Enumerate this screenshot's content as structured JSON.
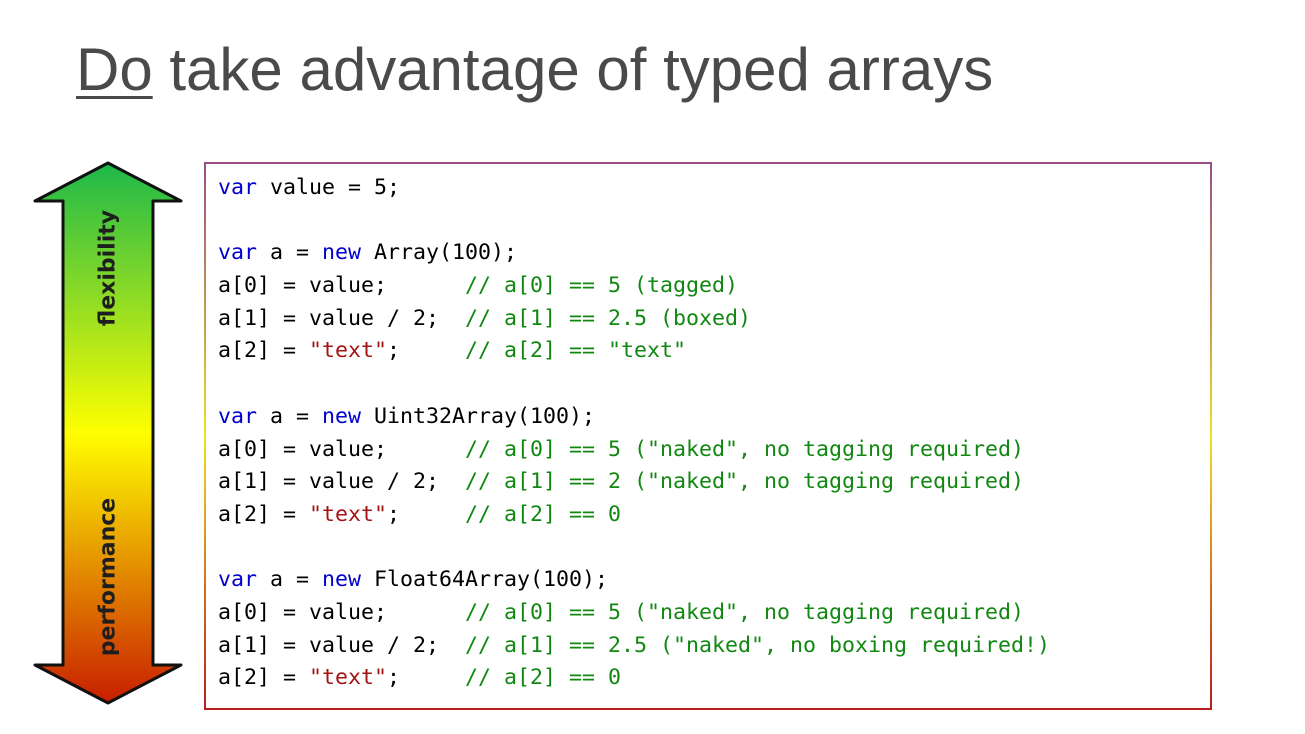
{
  "slide": {
    "title_emphasis": "Do",
    "title_rest": " take advantage of typed arrays"
  },
  "scale": {
    "top_label": "flexibility",
    "bottom_label": "performance",
    "gradient_colors": [
      "#1db84a",
      "#ffff00",
      "#c81e00"
    ]
  },
  "code": {
    "lines": [
      [
        {
          "t": "kw",
          "v": "var"
        },
        {
          "t": "n",
          "v": " value = 5;"
        }
      ],
      [],
      [
        {
          "t": "kw",
          "v": "var"
        },
        {
          "t": "n",
          "v": " a = "
        },
        {
          "t": "kw",
          "v": "new"
        },
        {
          "t": "n",
          "v": " Array(100);"
        }
      ],
      [
        {
          "t": "n",
          "v": "a[0] = value;      "
        },
        {
          "t": "cm",
          "v": "// a[0] == 5 (tagged)"
        }
      ],
      [
        {
          "t": "n",
          "v": "a[1] = value / 2;  "
        },
        {
          "t": "cm",
          "v": "// a[1] == 2.5 (boxed)"
        }
      ],
      [
        {
          "t": "n",
          "v": "a[2] = "
        },
        {
          "t": "str",
          "v": "\"text\""
        },
        {
          "t": "n",
          "v": ";     "
        },
        {
          "t": "cm",
          "v": "// a[2] == \"text\""
        }
      ],
      [],
      [
        {
          "t": "kw",
          "v": "var"
        },
        {
          "t": "n",
          "v": " a = "
        },
        {
          "t": "kw",
          "v": "new"
        },
        {
          "t": "n",
          "v": " Uint32Array(100);"
        }
      ],
      [
        {
          "t": "n",
          "v": "a[0] = value;      "
        },
        {
          "t": "cm",
          "v": "// a[0] == 5 (\"naked\", no tagging required)"
        }
      ],
      [
        {
          "t": "n",
          "v": "a[1] = value / 2;  "
        },
        {
          "t": "cm",
          "v": "// a[1] == 2 (\"naked\", no tagging required)"
        }
      ],
      [
        {
          "t": "n",
          "v": "a[2] = "
        },
        {
          "t": "str",
          "v": "\"text\""
        },
        {
          "t": "n",
          "v": ";     "
        },
        {
          "t": "cm",
          "v": "// a[2] == 0"
        }
      ],
      [],
      [
        {
          "t": "kw",
          "v": "var"
        },
        {
          "t": "n",
          "v": " a = "
        },
        {
          "t": "kw",
          "v": "new"
        },
        {
          "t": "n",
          "v": " Float64Array(100);"
        }
      ],
      [
        {
          "t": "n",
          "v": "a[0] = value;      "
        },
        {
          "t": "cm",
          "v": "// a[0] == 5 (\"naked\", no tagging required)"
        }
      ],
      [
        {
          "t": "n",
          "v": "a[1] = value / 2;  "
        },
        {
          "t": "cm",
          "v": "// a[1] == 2.5 (\"naked\", no boxing required!)"
        }
      ],
      [
        {
          "t": "n",
          "v": "a[2] = "
        },
        {
          "t": "str",
          "v": "\"text\""
        },
        {
          "t": "n",
          "v": ";     "
        },
        {
          "t": "cm",
          "v": "// a[2] == 0"
        }
      ]
    ]
  }
}
